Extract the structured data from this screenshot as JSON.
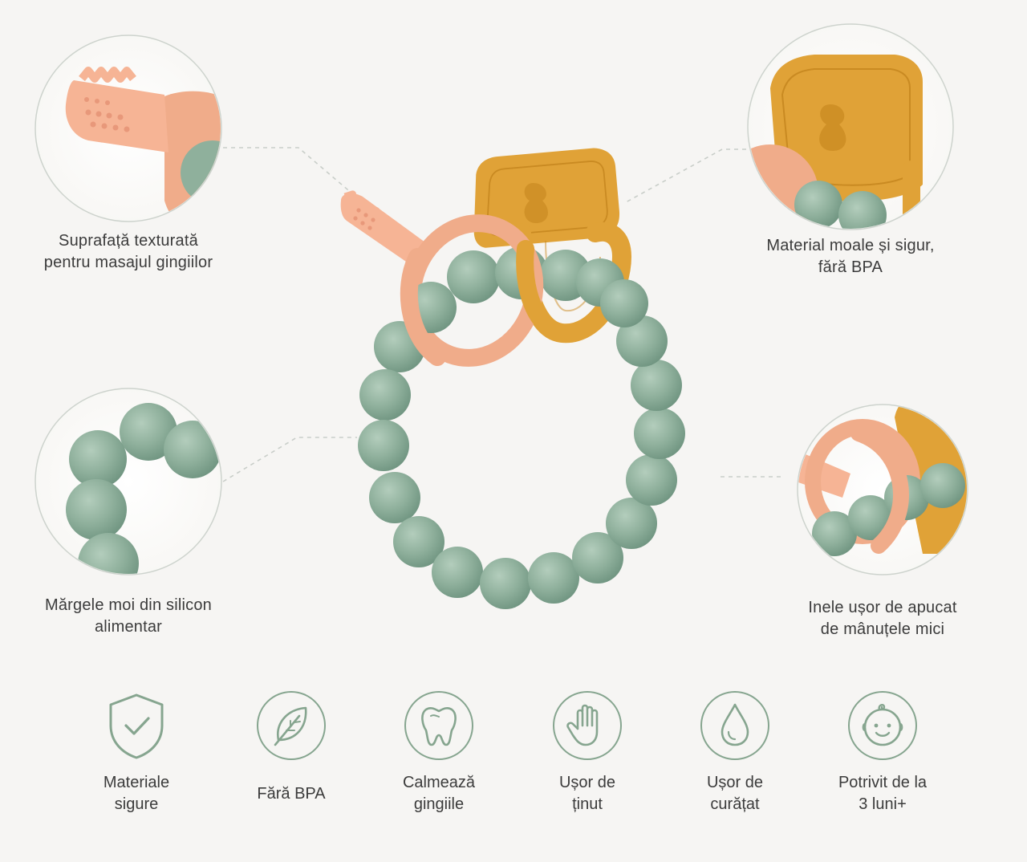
{
  "callouts": {
    "textured": {
      "line1": "Suprafață texturată",
      "line2": "pentru masajul gingiilor"
    },
    "soft": {
      "line1": "Material moale și sigur,",
      "line2": "fără BPA"
    },
    "beads": {
      "line1": "Mărgele moi din silicon",
      "line2": "alimentar"
    },
    "rings": {
      "line1": "Inele ușor de apucat",
      "line2": "de mânuțele mici"
    }
  },
  "features": [
    {
      "icon": "shield-check-icon",
      "line1": "Materiale",
      "line2": "sigure"
    },
    {
      "icon": "leaf-icon",
      "line1": "Fără BPA",
      "line2": ""
    },
    {
      "icon": "tooth-icon",
      "line1": "Calmează",
      "line2": "gingiile"
    },
    {
      "icon": "hand-icon",
      "line1": "Ușor de",
      "line2": "ținut"
    },
    {
      "icon": "water-drop-icon",
      "line1": "Ușor de",
      "line2": "curățat"
    },
    {
      "icon": "baby-face-icon",
      "line1": "Potrivit de la",
      "line2": "3 luni+"
    }
  ],
  "colors": {
    "background": "#f6f5f3",
    "sage": "#8fb09c",
    "peach": "#f0ac8a",
    "mustard": "#e0a237",
    "icon_stroke": "#86a58f"
  }
}
